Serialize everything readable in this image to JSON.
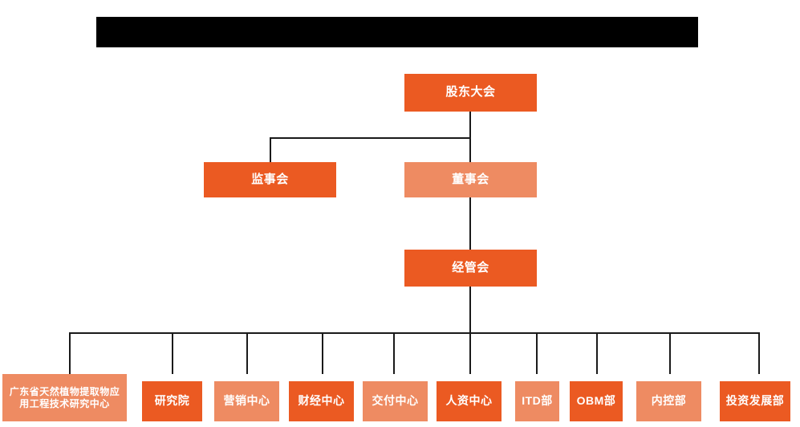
{
  "page": {
    "title_bar_redacted": true,
    "background_color": "#ffffff"
  },
  "colors": {
    "primary_dark_orange": "#EB5A22",
    "secondary_light_orange": "#EE8B62",
    "connector_line": "#1a1a1a",
    "redaction": "#000000",
    "node_text": "#ffffff"
  },
  "chart_data": {
    "type": "diagram",
    "diagram_kind": "organization-chart",
    "orientation": "top-down",
    "title": "",
    "levels": [
      {
        "level": 1,
        "nodes": [
          {
            "id": "shareholders",
            "label": "股东大会",
            "style": "dark"
          }
        ]
      },
      {
        "level": 2,
        "nodes": [
          {
            "id": "supervisors",
            "label": "监事会",
            "style": "dark"
          },
          {
            "id": "directors",
            "label": "董事会",
            "style": "light"
          }
        ]
      },
      {
        "level": 3,
        "nodes": [
          {
            "id": "management",
            "label": "经管会",
            "style": "dark"
          }
        ]
      },
      {
        "level": 4,
        "nodes": [
          {
            "id": "dept-1",
            "label": "广东省天然植物提取物应用工程技术研究中心",
            "style": "light"
          },
          {
            "id": "dept-2",
            "label": "研究院",
            "style": "dark"
          },
          {
            "id": "dept-3",
            "label": "营销中心",
            "style": "light"
          },
          {
            "id": "dept-4",
            "label": "财经中心",
            "style": "dark"
          },
          {
            "id": "dept-5",
            "label": "交付中心",
            "style": "light"
          },
          {
            "id": "dept-6",
            "label": "人资中心",
            "style": "dark"
          },
          {
            "id": "dept-7",
            "label": "ITD部",
            "style": "light"
          },
          {
            "id": "dept-8",
            "label": "OBM部",
            "style": "dark"
          },
          {
            "id": "dept-9",
            "label": "内控部",
            "style": "light"
          },
          {
            "id": "dept-10",
            "label": "投资发展部",
            "style": "dark"
          }
        ]
      }
    ],
    "edges": [
      {
        "from": "shareholders",
        "to": "supervisors"
      },
      {
        "from": "shareholders",
        "to": "directors"
      },
      {
        "from": "directors",
        "to": "management"
      },
      {
        "from": "management",
        "to": "dept-1"
      },
      {
        "from": "management",
        "to": "dept-2"
      },
      {
        "from": "management",
        "to": "dept-3"
      },
      {
        "from": "management",
        "to": "dept-4"
      },
      {
        "from": "management",
        "to": "dept-5"
      },
      {
        "from": "management",
        "to": "dept-6"
      },
      {
        "from": "management",
        "to": "dept-7"
      },
      {
        "from": "management",
        "to": "dept-8"
      },
      {
        "from": "management",
        "to": "dept-9"
      },
      {
        "from": "management",
        "to": "dept-10"
      }
    ]
  }
}
